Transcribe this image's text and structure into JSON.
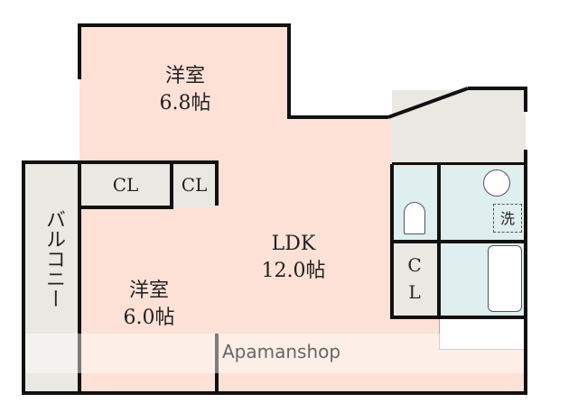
{
  "rooms": {
    "western1": {
      "name": "洋室",
      "size": "6.8帖"
    },
    "western2": {
      "name": "洋室",
      "size": "6.0帖"
    },
    "ldk": {
      "name": "LDK",
      "size": "12.0帖"
    },
    "closet1": "CL",
    "closet2": "CL",
    "closet3_c": "C",
    "closet3_l": "L",
    "balcony": "バルコニー",
    "washer": "洗"
  },
  "watermark": "Apamanshop",
  "colors": {
    "room": "#fde0d6",
    "storage": "#e9e8e2",
    "wet": "#dfeeee",
    "wall": "#111111"
  }
}
